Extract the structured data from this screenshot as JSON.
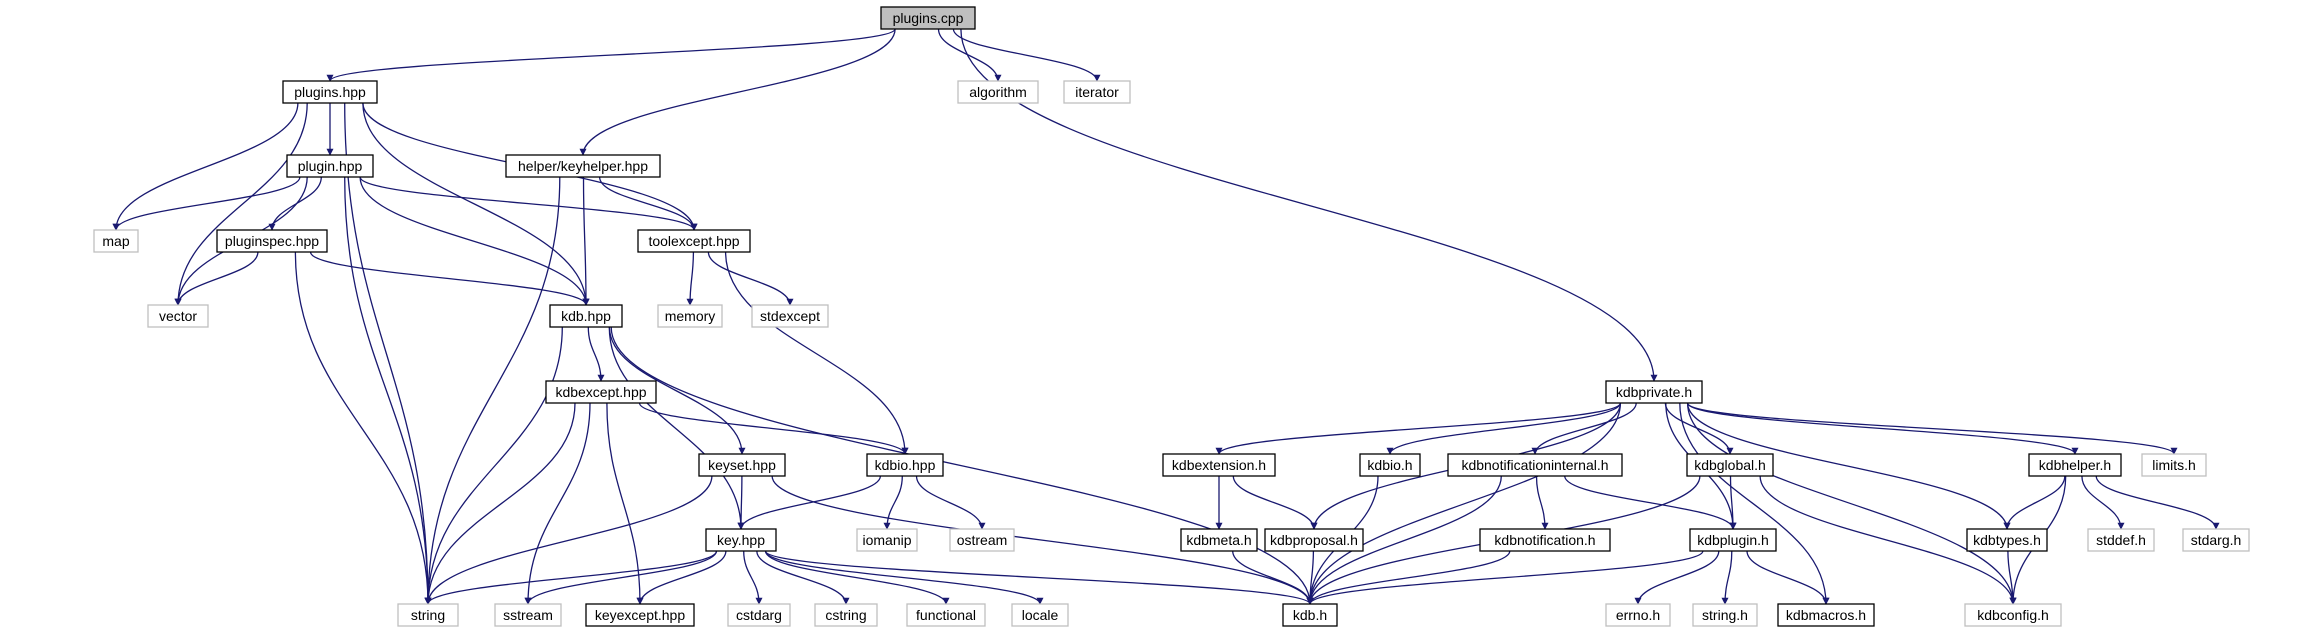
{
  "graph": {
    "root": "plugins.cpp",
    "colors": {
      "edge": "#191970",
      "node_border": "#000000",
      "external_border": "#bfbfbf",
      "root_fill": "#bfbfbf",
      "node_fill": "#ffffff"
    },
    "nodes": [
      {
        "id": "plugins_cpp",
        "label": "plugins.cpp",
        "kind": "root"
      },
      {
        "id": "plugins_hpp",
        "label": "plugins.hpp",
        "kind": "internal"
      },
      {
        "id": "helper_keyhelper_hpp",
        "label": "helper/keyhelper.hpp",
        "kind": "internal"
      },
      {
        "id": "algorithm",
        "label": "algorithm",
        "kind": "external"
      },
      {
        "id": "iterator",
        "label": "iterator",
        "kind": "external"
      },
      {
        "id": "kdbprivate_h",
        "label": "kdbprivate.h",
        "kind": "internal"
      },
      {
        "id": "plugin_hpp",
        "label": "plugin.hpp",
        "kind": "internal"
      },
      {
        "id": "map",
        "label": "map",
        "kind": "external"
      },
      {
        "id": "pluginspec_hpp",
        "label": "pluginspec.hpp",
        "kind": "internal"
      },
      {
        "id": "toolexcept_hpp",
        "label": "toolexcept.hpp",
        "kind": "internal"
      },
      {
        "id": "vector",
        "label": "vector",
        "kind": "external"
      },
      {
        "id": "memory",
        "label": "memory",
        "kind": "external"
      },
      {
        "id": "stdexcept",
        "label": "stdexcept",
        "kind": "external"
      },
      {
        "id": "kdb_hpp",
        "label": "kdb.hpp",
        "kind": "internal"
      },
      {
        "id": "kdbexcept_hpp",
        "label": "kdbexcept.hpp",
        "kind": "internal"
      },
      {
        "id": "keyset_hpp",
        "label": "keyset.hpp",
        "kind": "internal"
      },
      {
        "id": "kdbio_hpp",
        "label": "kdbio.hpp",
        "kind": "internal"
      },
      {
        "id": "iomanip",
        "label": "iomanip",
        "kind": "external"
      },
      {
        "id": "ostream",
        "label": "ostream",
        "kind": "external"
      },
      {
        "id": "key_hpp",
        "label": "key.hpp",
        "kind": "internal"
      },
      {
        "id": "string",
        "label": "string",
        "kind": "external"
      },
      {
        "id": "sstream",
        "label": "sstream",
        "kind": "external"
      },
      {
        "id": "keyexcept_hpp",
        "label": "keyexcept.hpp",
        "kind": "internal"
      },
      {
        "id": "cstdarg",
        "label": "cstdarg",
        "kind": "external"
      },
      {
        "id": "cstring",
        "label": "cstring",
        "kind": "external"
      },
      {
        "id": "functional",
        "label": "functional",
        "kind": "external"
      },
      {
        "id": "locale",
        "label": "locale",
        "kind": "external"
      },
      {
        "id": "kdb_h",
        "label": "kdb.h",
        "kind": "internal"
      },
      {
        "id": "kdbextension_h",
        "label": "kdbextension.h",
        "kind": "internal"
      },
      {
        "id": "kdbio_h",
        "label": "kdbio.h",
        "kind": "internal"
      },
      {
        "id": "kdbnotificationinternal_h",
        "label": "kdbnotificationinternal.h",
        "kind": "internal"
      },
      {
        "id": "kdbglobal_h",
        "label": "kdbglobal.h",
        "kind": "internal"
      },
      {
        "id": "kdbhelper_h",
        "label": "kdbhelper.h",
        "kind": "internal"
      },
      {
        "id": "limits_h",
        "label": "limits.h",
        "kind": "external"
      },
      {
        "id": "kdbmeta_h",
        "label": "kdbmeta.h",
        "kind": "internal"
      },
      {
        "id": "kdbproposal_h",
        "label": "kdbproposal.h",
        "kind": "internal"
      },
      {
        "id": "kdbnotification_h",
        "label": "kdbnotification.h",
        "kind": "internal"
      },
      {
        "id": "kdbplugin_h",
        "label": "kdbplugin.h",
        "kind": "internal"
      },
      {
        "id": "kdbtypes_h",
        "label": "kdbtypes.h",
        "kind": "internal"
      },
      {
        "id": "stddef_h",
        "label": "stddef.h",
        "kind": "external"
      },
      {
        "id": "stdarg_h",
        "label": "stdarg.h",
        "kind": "external"
      },
      {
        "id": "errno_h",
        "label": "errno.h",
        "kind": "external"
      },
      {
        "id": "string_h",
        "label": "string.h",
        "kind": "external"
      },
      {
        "id": "kdbmacros_h",
        "label": "kdbmacros.h",
        "kind": "internal"
      },
      {
        "id": "kdbconfig_h",
        "label": "kdbconfig.h",
        "kind": "external"
      }
    ]
  }
}
